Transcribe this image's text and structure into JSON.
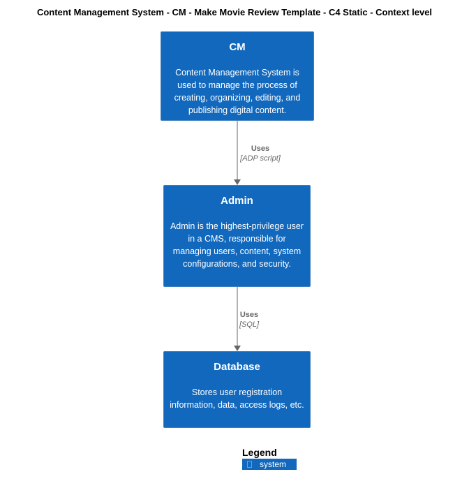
{
  "title": "Content Management System - CM - Make Movie Review Template - C4 Static - Context level",
  "colors": {
    "node_fill": "#1168bd",
    "node_text": "#ffffff",
    "edge": "#666666"
  },
  "nodes": [
    {
      "title": "CM",
      "description": "Content Management System is used to manage the process of creating, organizing, editing, and publishing digital content."
    },
    {
      "title": "Admin",
      "description": "Admin is the highest-privilege user in a CMS, responsible for managing users, content, system configurations, and security."
    },
    {
      "title": "Database",
      "description": "Stores user registration information, data, access logs, etc."
    }
  ],
  "edges": [
    {
      "label": "Uses",
      "technology": "[ADP script]"
    },
    {
      "label": "Uses",
      "technology": "[SQL]"
    }
  ],
  "legend": {
    "title": "Legend",
    "items": [
      {
        "label": "system"
      }
    ]
  }
}
